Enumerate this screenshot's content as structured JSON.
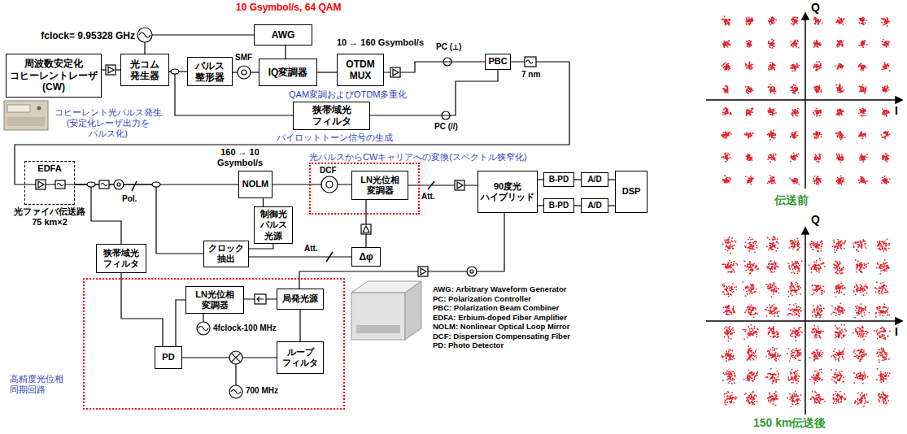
{
  "diagram": {
    "nodes": [
      {
        "text": [
          "周波数安定化 コヒーレントレーザ (CW)"
        ]
      },
      {
        "text": [
          "光コム 発生器"
        ]
      },
      {
        "text": [
          "パルス 整形器"
        ]
      },
      {
        "text": [
          "IQ変調器"
        ]
      },
      {
        "text": [
          "OTDM MUX"
        ]
      },
      {
        "text": [
          "AWG"
        ]
      },
      {
        "text": [
          "狭帯域光 フィルタ"
        ]
      },
      {
        "text": [
          "PBC"
        ]
      },
      {
        "text": [
          "EDFA",
          "光ファイバ伝送路 75 km×2"
        ]
      },
      {
        "text": [
          "NOLM"
        ]
      },
      {
        "text": [
          "制御光 パルス 光源"
        ]
      },
      {
        "text": [
          "クロック 抽出"
        ]
      },
      {
        "text": [
          "狭帯域光 フィルタ"
        ]
      },
      {
        "text": [
          "光パルスからCWキャリアへの変換(スペクトル狭窄化)"
        ]
      },
      {
        "text": [
          "LN光位相 変調器"
        ],
        "in": 13
      },
      {
        "text": [
          "Δφ"
        ]
      },
      {
        "text": [
          "90度光 ハイブリッド"
        ]
      },
      {
        "text": [
          "B-PD"
        ]
      },
      {
        "text": [
          "B-PD"
        ]
      },
      {
        "text": [
          "A/D"
        ]
      },
      {
        "text": [
          "A/D"
        ]
      },
      {
        "text": [
          "DSP"
        ]
      },
      {
        "text": [
          "高精度光位相 同期回路"
        ]
      },
      {
        "text": [
          "LN光位相 変調器"
        ],
        "in": 22
      },
      {
        "text": [
          "局発光源"
        ],
        "in": 22
      },
      {
        "text": [
          "PD"
        ],
        "in": 22
      },
      {
        "text": [
          "ループ フィルタ"
        ],
        "in": 22
      }
    ],
    "edges": [
      {
        "from": 0,
        "to": 1,
        "arrow": "none"
      },
      {
        "from": 1,
        "to": 2,
        "arrow": "none"
      },
      {
        "from": 2,
        "to": 3,
        "arrow": "none"
      },
      {
        "from": 5,
        "to": 3,
        "arrow": "none"
      },
      {
        "from": 3,
        "to": 4,
        "arrow": "none"
      },
      {
        "from": 1,
        "to": 6,
        "arrow": "none"
      },
      {
        "from": 4,
        "to": 7,
        "arrow": "none"
      },
      {
        "from": 6,
        "to": 7,
        "arrow": "none"
      },
      {
        "from": 7,
        "to": 8,
        "arrow": "none"
      },
      {
        "from": 8,
        "to": 9,
        "arrow": "none"
      },
      {
        "from": 8,
        "to": 12,
        "arrow": "none"
      },
      {
        "from": 8,
        "to": 11,
        "arrow": "none"
      },
      {
        "from": 11,
        "to": 10,
        "arrow": "none"
      },
      {
        "from": 11,
        "to": 15,
        "arrow": "none"
      },
      {
        "from": 10,
        "to": 9,
        "arrow": "none"
      },
      {
        "from": 9,
        "to": 14,
        "arrow": "none"
      },
      {
        "from": 15,
        "to": 14,
        "arrow": "none"
      },
      {
        "from": 14,
        "to": 16,
        "arrow": "none"
      },
      {
        "from": 16,
        "to": 17,
        "arrow": "none"
      },
      {
        "from": 16,
        "to": 18,
        "arrow": "none"
      },
      {
        "from": 17,
        "to": 19,
        "arrow": "none"
      },
      {
        "from": 18,
        "to": 20,
        "arrow": "none"
      },
      {
        "from": 19,
        "to": 21,
        "arrow": "none"
      },
      {
        "from": 20,
        "to": 21,
        "arrow": "none"
      },
      {
        "from": 12,
        "to": 25,
        "arrow": "none"
      },
      {
        "from": 24,
        "to": 23,
        "arrow": "none"
      },
      {
        "from": 23,
        "to": 25,
        "arrow": "none"
      },
      {
        "from": 25,
        "to": 26,
        "arrow": "none"
      },
      {
        "from": 26,
        "to": 24,
        "arrow": "none"
      },
      {
        "from": 24,
        "to": 16,
        "arrow": "none"
      }
    ],
    "labels": [
      "10 Gsymbol/s, 64 QAM",
      "fclock= 9.95328 GHz",
      "SMF",
      "10 → 160 Gsymbol/s",
      "PC (⊥)",
      "PC (//)",
      "7 nm",
      "コヒーレント光パルス発生 (安定化レーザ出力を パルス化)",
      "QAM変調およびOTDM多重化",
      "パイロットトーン信号の生成",
      "160 → 10 Gsymbol/s",
      "Pol.",
      "DCF",
      "Att.",
      "Att.",
      "4fclock-100 MHz",
      "700 MHz",
      "AWG: Arbitrary Waveform Generator",
      "PC: Polarization Controller",
      "PBC: Polarization Beam Combiner",
      "EDFA: Erbium-doped Fiber Amplifier",
      "NOLM: Nonlinear Optical Loop Mirror",
      "DCF: Dispersion Compensating Fiber",
      "PD: Photo Detector",
      "Q",
      "I",
      "伝送前",
      "Q",
      "I",
      "150 km伝送後"
    ]
  }
}
